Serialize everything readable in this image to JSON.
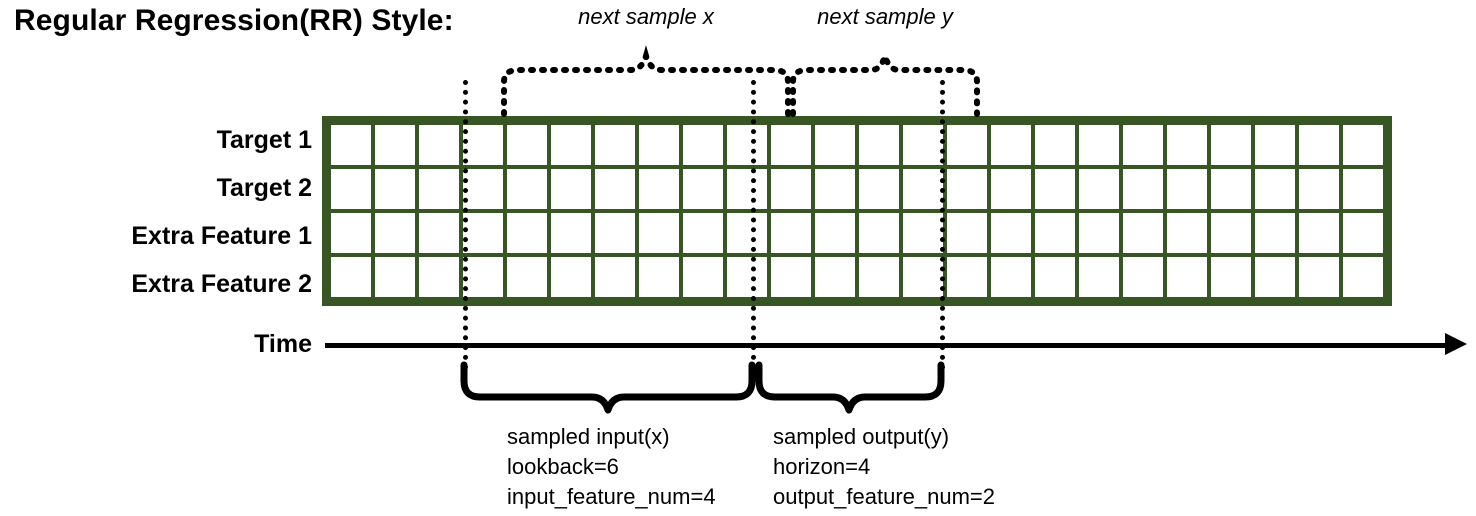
{
  "title": "Regular Regression(RR) Style:",
  "rows": [
    {
      "label": "Target 1",
      "name": "target-1"
    },
    {
      "label": "Target 2",
      "name": "target-2"
    },
    {
      "label": "Extra Feature 1",
      "name": "extra-feature-1"
    },
    {
      "label": "Extra Feature 2",
      "name": "extra-feature-2"
    }
  ],
  "axis": {
    "label": "Time"
  },
  "grid": {
    "columns": 24,
    "lead_blank_cols": 3,
    "input_cols": 6,
    "output_cols": 4,
    "trailing_blank_cols": 11,
    "cells": {
      "target-1": [
        "w",
        "w",
        "w",
        "g",
        "g",
        "g",
        "g",
        "g",
        "g",
        "gl",
        "gl",
        "gl",
        "gl",
        "w",
        "w",
        "w",
        "w",
        "w",
        "w",
        "w",
        "w",
        "w",
        "w",
        "w"
      ],
      "target-2": [
        "w",
        "w",
        "w",
        "y",
        "y",
        "y",
        "y",
        "y",
        "y",
        "yl",
        "yl",
        "yl",
        "yl",
        "w",
        "w",
        "w",
        "w",
        "w",
        "w",
        "w",
        "w",
        "w",
        "w",
        "w"
      ],
      "extra-feature-1": [
        "w",
        "w",
        "w",
        "b",
        "b",
        "b",
        "b",
        "b",
        "b",
        "w",
        "w",
        "w",
        "w",
        "w",
        "w",
        "w",
        "w",
        "w",
        "w",
        "w",
        "w",
        "w",
        "w",
        "w"
      ],
      "extra-feature-2": [
        "w",
        "w",
        "w",
        "o",
        "o",
        "o",
        "o",
        "o",
        "o",
        "w",
        "w",
        "w",
        "w",
        "w",
        "w",
        "w",
        "w",
        "w",
        "w",
        "w",
        "w",
        "w",
        "w",
        "w"
      ]
    }
  },
  "colors": {
    "grid_line": "#375623",
    "target_1": "#70AB4C",
    "target_1_faded": "#C6E0B4",
    "target_2": "#FFC000",
    "target_2_faded": "#FFE699",
    "extra_feature_1": "#2E75B6",
    "extra_feature_2": "#C55A11",
    "blank": "#FFFFFF"
  },
  "top_braces": [
    {
      "name": "next-sample-x",
      "label": "next sample x"
    },
    {
      "name": "next-sample-y",
      "label": "next sample y"
    }
  ],
  "bottom_braces": [
    {
      "name": "sampled-input",
      "lines": [
        "sampled input(x)",
        "lookback=6",
        "input_feature_num=4"
      ]
    },
    {
      "name": "sampled-output",
      "lines": [
        "sampled output(y)",
        "horizon=4",
        "output_feature_num=2"
      ]
    }
  ]
}
